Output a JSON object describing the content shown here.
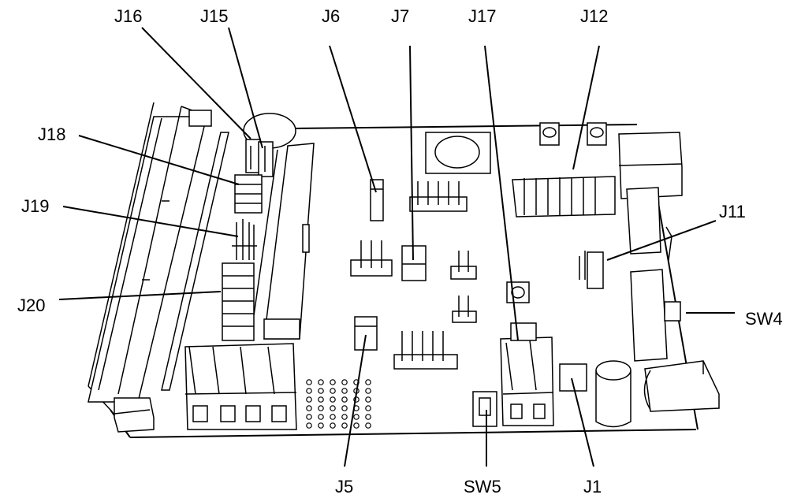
{
  "labels": {
    "j16": "J16",
    "j15": "J15",
    "j6": "J6",
    "j7": "J7",
    "j17": "J17",
    "j12": "J12",
    "j18": "J18",
    "j19": "J19",
    "j11": "J11",
    "j20": "J20",
    "sw4": "SW4",
    "j5": "J5",
    "sw5": "SW5",
    "j1": "J1"
  }
}
